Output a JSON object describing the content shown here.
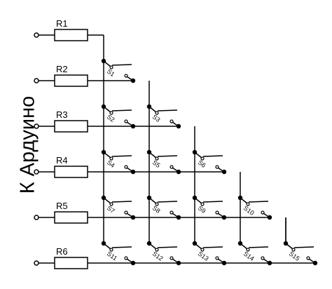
{
  "side_label": "К Ардуино",
  "resistors": [
    {
      "label": "R1"
    },
    {
      "label": "R2"
    },
    {
      "label": "R3"
    },
    {
      "label": "R4"
    },
    {
      "label": "R5"
    },
    {
      "label": "R6"
    }
  ],
  "switches": [
    {
      "label": "S1",
      "from": 0,
      "to": 1
    },
    {
      "label": "S2",
      "from": 0,
      "to": 2
    },
    {
      "label": "S3",
      "from": 1,
      "to": 2
    },
    {
      "label": "S4",
      "from": 0,
      "to": 3
    },
    {
      "label": "S5",
      "from": 1,
      "to": 3
    },
    {
      "label": "S6",
      "from": 2,
      "to": 3
    },
    {
      "label": "S7",
      "from": 0,
      "to": 4
    },
    {
      "label": "S8",
      "from": 1,
      "to": 4
    },
    {
      "label": "S9",
      "from": 2,
      "to": 4
    },
    {
      "label": "S10",
      "from": 3,
      "to": 4
    },
    {
      "label": "S11",
      "from": 0,
      "to": 5
    },
    {
      "label": "S12",
      "from": 1,
      "to": 5
    },
    {
      "label": "S13",
      "from": 2,
      "to": 5
    },
    {
      "label": "S14",
      "from": 3,
      "to": 5
    },
    {
      "label": "S15",
      "from": 4,
      "to": 5
    }
  ]
}
